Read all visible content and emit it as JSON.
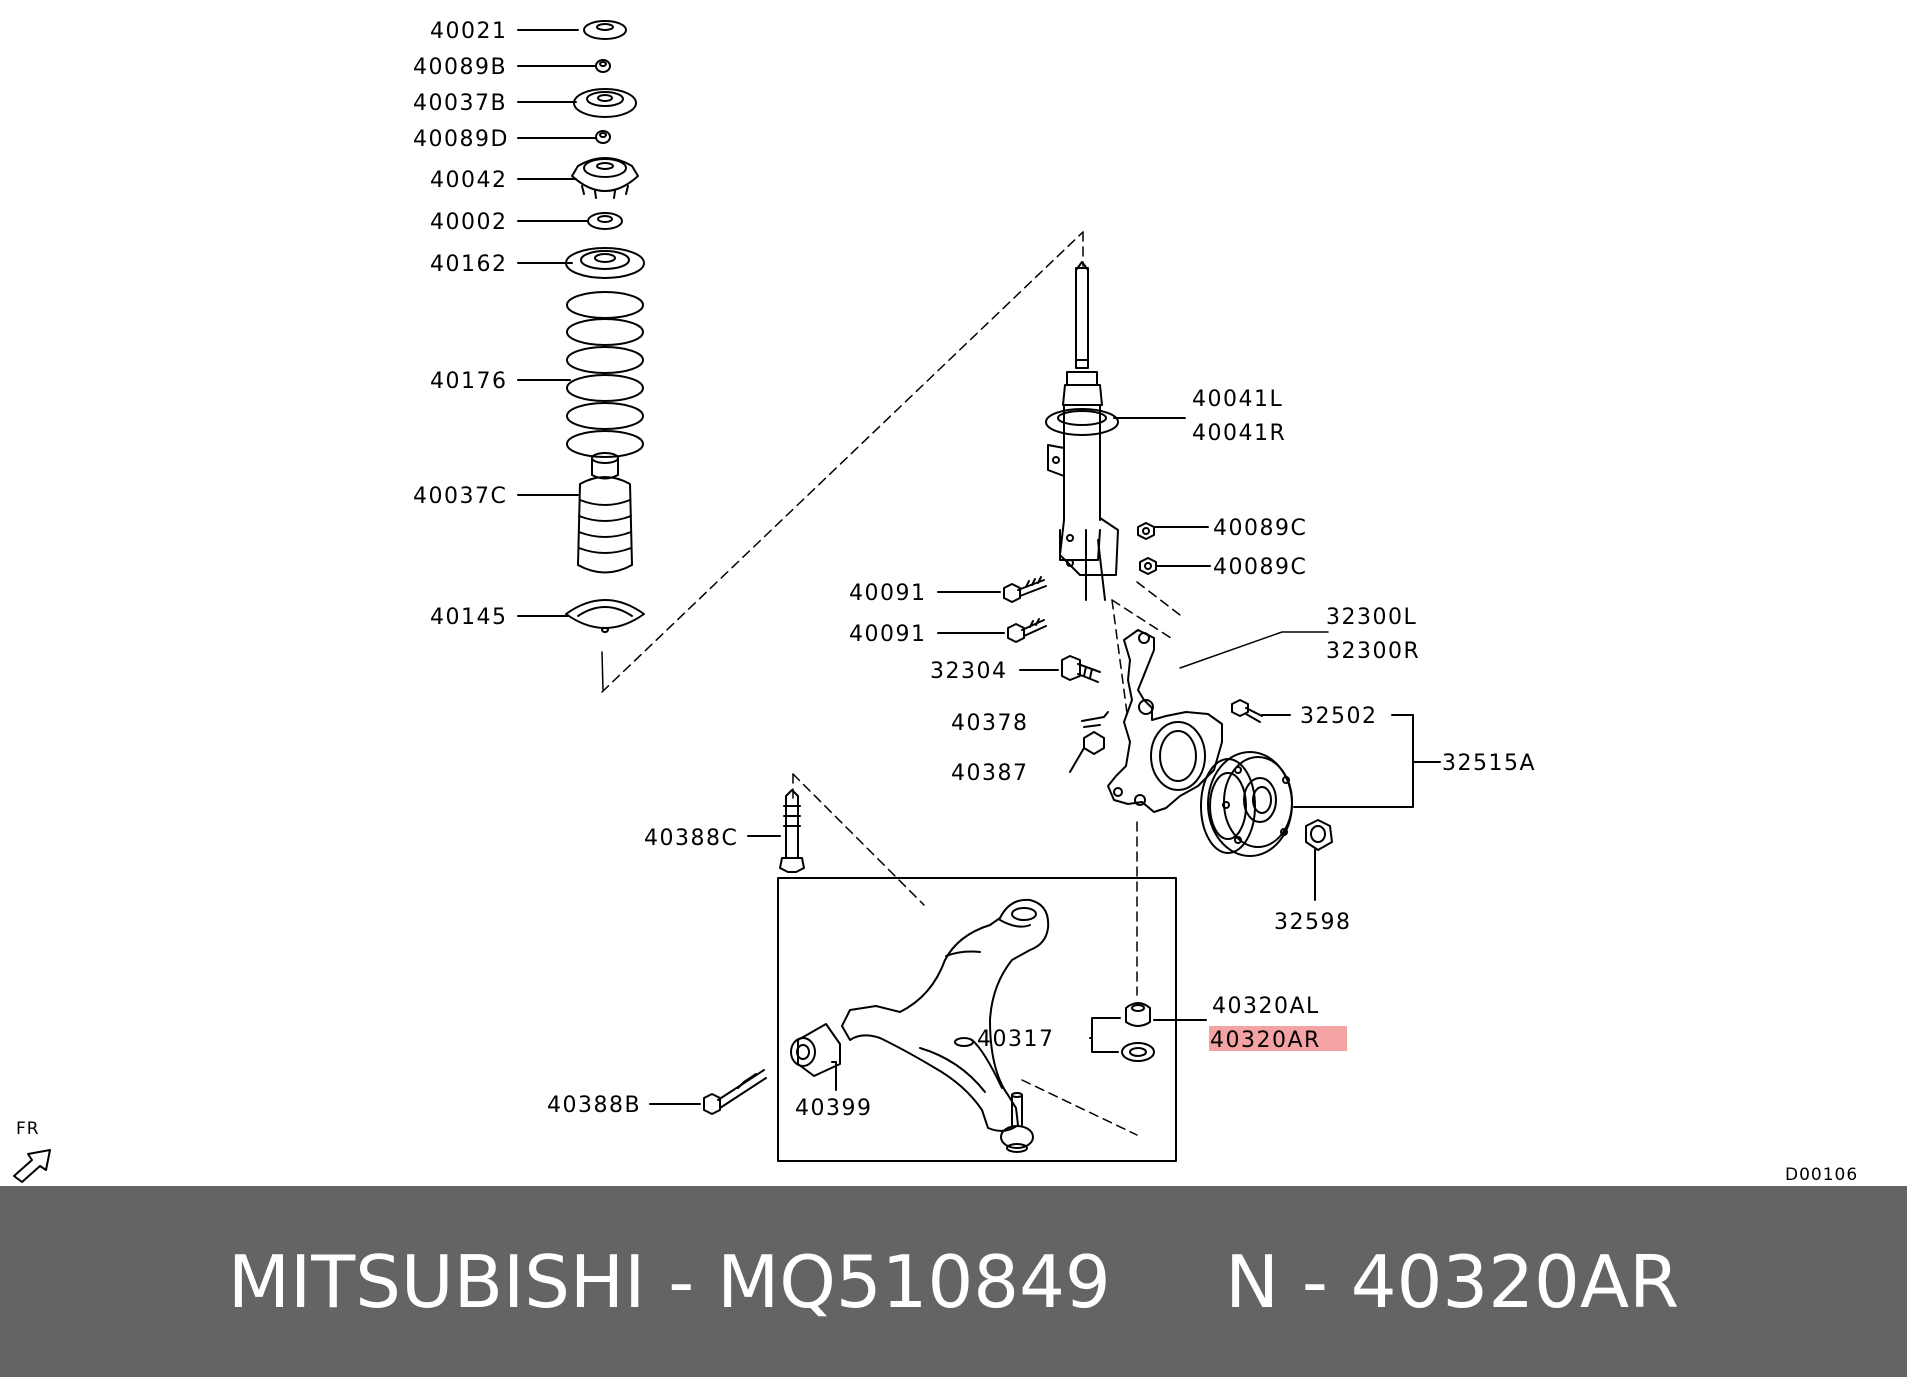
{
  "diagram_code": "D00106",
  "direction_marker": "FR",
  "highlight_color": "#f4a3a3",
  "footer": {
    "brand": "MITSUBISHI",
    "separator": "-",
    "part_number": "MQ510849",
    "ref_prefix": "N",
    "ref_code": "40320AR",
    "background": "#646464"
  },
  "callouts": {
    "c40021": "40021",
    "c40089B": "40089B",
    "c40037B": "40037B",
    "c40089D": "40089D",
    "c40042": "40042",
    "c40002": "40002",
    "c40162": "40162",
    "c40176": "40176",
    "c40037C": "40037C",
    "c40145": "40145",
    "c40041L": "40041L",
    "c40041R": "40041R",
    "c40089C_1": "40089C",
    "c40089C_2": "40089C",
    "c40091_1": "40091",
    "c40091_2": "40091",
    "c32300L": "32300L",
    "c32300R": "32300R",
    "c32304": "32304",
    "c40378": "40378",
    "c40387": "40387",
    "c32502": "32502",
    "c32515A": "32515A",
    "c40388C": "40388C",
    "c32598": "32598",
    "c40320AL": "40320AL",
    "c40320AR": "40320AR",
    "c40317": "40317",
    "c40399": "40399",
    "c40388B": "40388B"
  }
}
